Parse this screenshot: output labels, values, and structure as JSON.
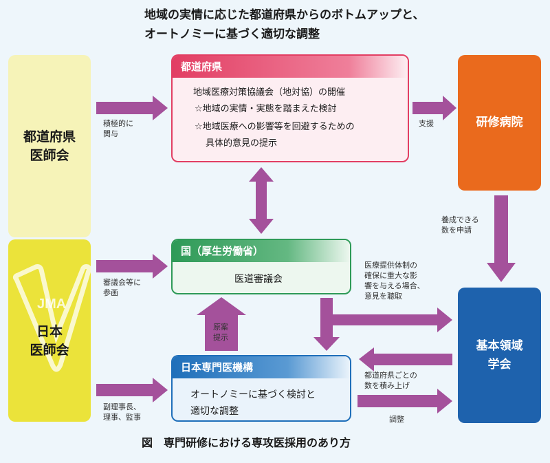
{
  "title": {
    "line1": "地域の実情に応じた都道府県からのボトムアップと、",
    "line2": "オートノミーに基づく適切な調整"
  },
  "left": {
    "pref_med_assoc": "都道府県\n医師会",
    "jma": "日本\n医師会",
    "jma_logo": "JMA"
  },
  "prefecture": {
    "header": "都道府県",
    "line1": "地域医療対策協議会（地対協）の開催",
    "line2": "☆地域の実情・実態を踏まえた検討",
    "line3": "☆地域医療への影響等を回避するための",
    "line4": "具体的意見の提示"
  },
  "national": {
    "header": "国（厚生労働省）",
    "body": "医道審議会"
  },
  "board": {
    "header": "日本専門医機構",
    "line1": "オートノミーに基づく検討と",
    "line2": "適切な調整"
  },
  "training_hospital": "研修病院",
  "academic_society": "基本領域\n学会",
  "labels": {
    "active_involvement": "積極的に\n関与",
    "council_participation": "審議会等に\n参画",
    "board_roles": "副理事長、\n理事、監事",
    "support": "支援",
    "capacity_request": "養成できる\n数を申請",
    "hearing": "医療提供体制の\n確保に重大な影\n響を与える場合、\n意見を聴取",
    "draft": "原案\n提示",
    "aggregate": "都道府県ごとの\n数を積み上げ",
    "adjust": "調整"
  },
  "caption": "図　専門研修における専攻医採用のあり方",
  "colors": {
    "arrow": "#a4519b",
    "pref_med_box": "#f6f3b8",
    "jma_box": "#ebe33a",
    "pref_header": "#e23e63",
    "national_header": "#2e9a57",
    "board_header": "#1f6fba",
    "hospital": "#ea6a1d",
    "society": "#1e62ad"
  }
}
